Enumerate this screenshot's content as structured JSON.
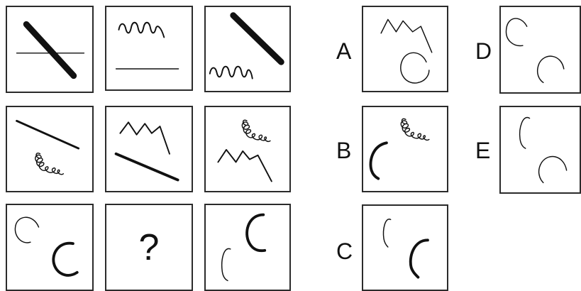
{
  "puzzle": {
    "missing_cell_mark": "?"
  },
  "options": {
    "a": "A",
    "b": "B",
    "c": "C",
    "d": "D",
    "e": "E"
  },
  "colors": {
    "stroke": "#111111",
    "border": "#2b2b2b",
    "background": "#ffffff"
  }
}
